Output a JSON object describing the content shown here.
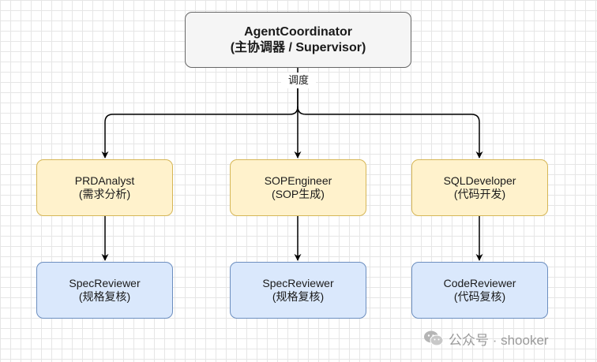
{
  "diagram": {
    "root": {
      "line1": "AgentCoordinator",
      "line2": "(主协调器 / Supervisor)"
    },
    "dispatch_label": "调度",
    "agents": [
      {
        "line1": "PRDAnalyst",
        "line2": "(需求分析)"
      },
      {
        "line1": "SOPEngineer",
        "line2": "(SOP生成)"
      },
      {
        "line1": "SQLDeveloper",
        "line2": "(代码开发)"
      }
    ],
    "reviewers": [
      {
        "line1": "SpecReviewer",
        "line2": "(规格复核)"
      },
      {
        "line1": "SpecReviewer",
        "line2": "(规格复核)"
      },
      {
        "line1": "CodeReviewer",
        "line2": "(代码复核)"
      }
    ],
    "colors": {
      "root_fill": "#f5f5f5",
      "agent_fill": "#fff2cc",
      "review_fill": "#dae8fc",
      "edge": "#000000"
    }
  },
  "watermark": {
    "icon": "wechat-icon",
    "text": "公众号 · shooker"
  }
}
